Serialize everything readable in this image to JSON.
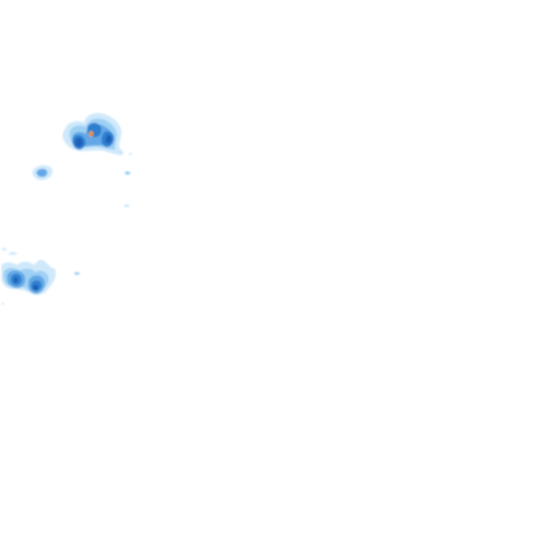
{
  "map": {
    "background_color": "#ffffff",
    "palette": {
      "very_light": "#cfe9fb",
      "light": "#9fd0f4",
      "medium": "#62a8e6",
      "heavy": "#2f7fd0",
      "very_heavy": "#1b5fb8",
      "intense": "#f2a10a",
      "intense_core": "#e07a00"
    },
    "echo_cells": [
      {
        "id": "north-cell",
        "intensity": "intense"
      },
      {
        "id": "small-west-cell",
        "intensity": "medium"
      },
      {
        "id": "southwest-cell-a",
        "intensity": "very_heavy"
      },
      {
        "id": "southwest-cell-b",
        "intensity": "very_heavy"
      },
      {
        "id": "scattered-returns",
        "intensity": "very_light"
      }
    ]
  }
}
